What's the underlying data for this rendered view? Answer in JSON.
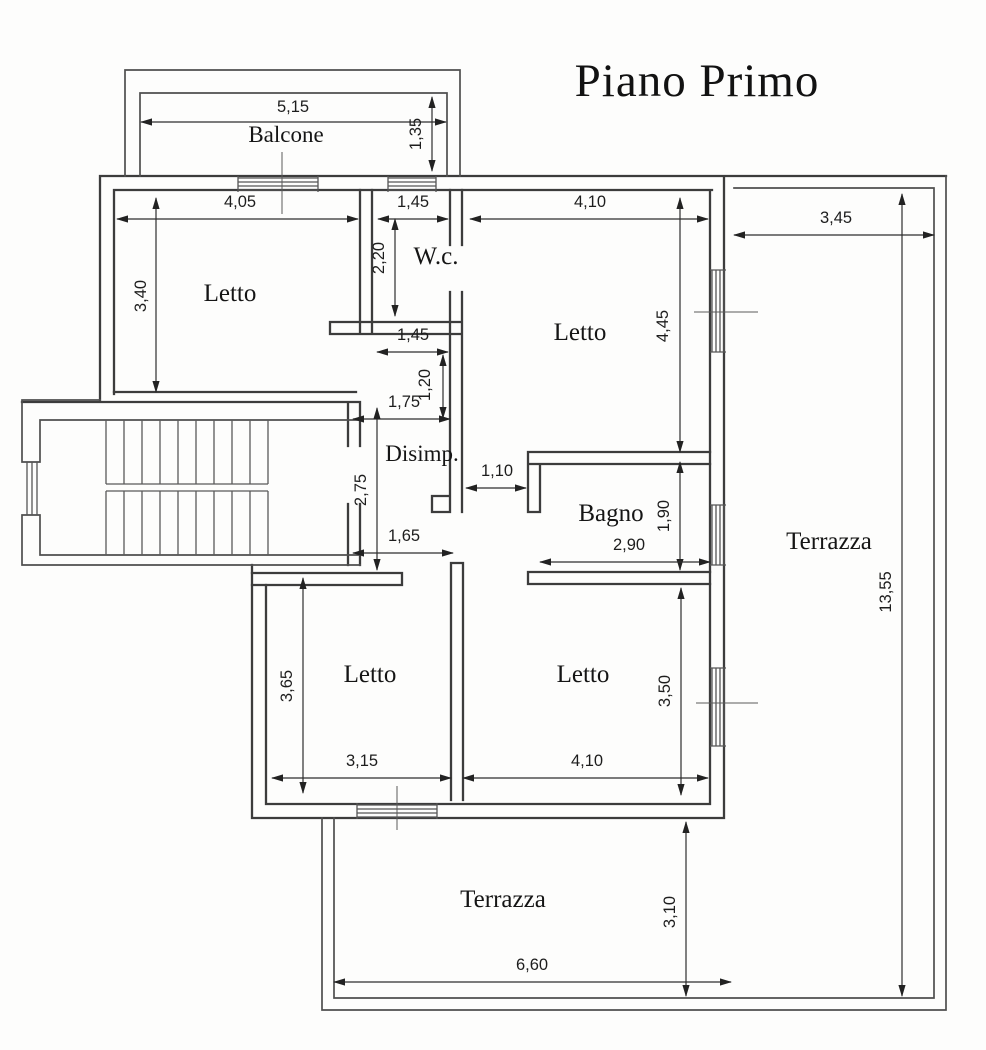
{
  "title": "Piano Primo",
  "rooms": {
    "balcone": "Balcone",
    "letto_nw": "Letto",
    "wc": "W.c.",
    "letto_ne": "Letto",
    "disimp": "Disimp.",
    "bagno": "Bagno",
    "letto_sw": "Letto",
    "letto_se": "Letto",
    "terrazza_right": "Terrazza",
    "terrazza_bottom": "Terrazza"
  },
  "dimensions": {
    "balcone_width": "5,15",
    "balcone_depth": "1,35",
    "letto_nw_width": "4,05",
    "letto_nw_height": "3,40",
    "wc_width": "1,45",
    "wc_height": "2,20",
    "letto_ne_width": "4,10",
    "letto_ne_height": "4,45",
    "terrazza_right_width": "3,45",
    "terrazza_right_length": "13,55",
    "wc_lobby_width": "1,45",
    "wc_lobby_height": "1,20",
    "disimp_width": "1,75",
    "disimp_height": "2,75",
    "bagno_door": "1,10",
    "bagno_width": "2,90",
    "bagno_height": "1,90",
    "hall_opening": "1,65",
    "letto_sw_height": "3,65",
    "letto_sw_width": "3,15",
    "letto_se_width": "4,10",
    "letto_se_height": "3,50",
    "terrazza_bottom_height": "3,10",
    "terrazza_bottom_width": "6,60"
  }
}
